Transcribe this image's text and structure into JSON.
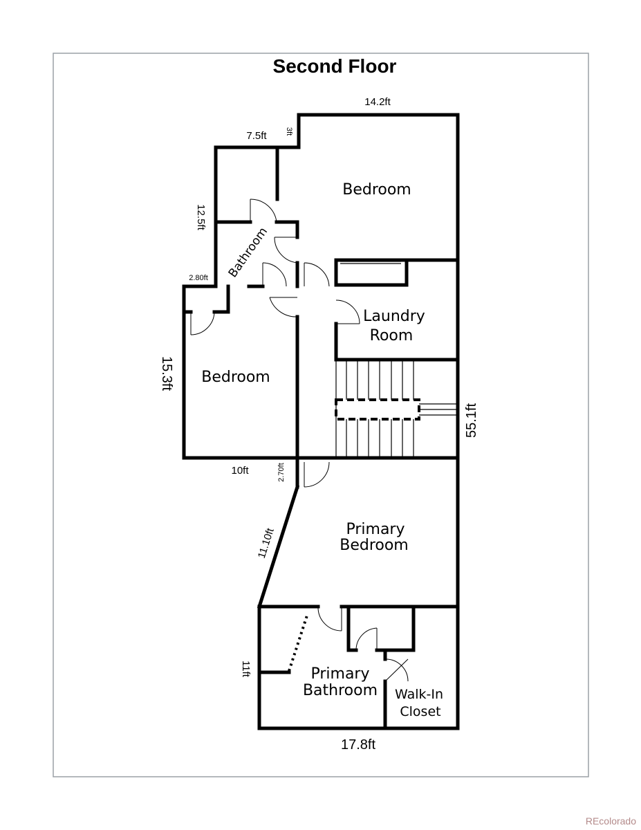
{
  "title": "Second Floor",
  "rooms": {
    "bedroom_top": "Bedroom",
    "bathroom": "Bathroom",
    "laundry_line1": "Laundry",
    "laundry_line2": "Room",
    "bedroom_left": "Bedroom",
    "primary_bedroom_line1": "Primary",
    "primary_bedroom_line2": "Bedroom",
    "primary_bathroom_line1": "Primary",
    "primary_bathroom_line2": "Bathroom",
    "walkin_line1": "Walk-In",
    "walkin_line2": "Closet"
  },
  "dimensions": {
    "top_width": "14.2ft",
    "bath_width": "7.5ft",
    "step": "3ft",
    "bath_height": "12.5ft",
    "left_offset": "2.80ft",
    "bedroom_height": "15.3ft",
    "bedroom_width": "10ft",
    "hall_width": "2.70ft",
    "total_height": "55.1ft",
    "diagonal": "11.10ft",
    "primary_bath_height": "11ft",
    "bottom_width": "17.8ft"
  },
  "watermark": "REcolorado"
}
